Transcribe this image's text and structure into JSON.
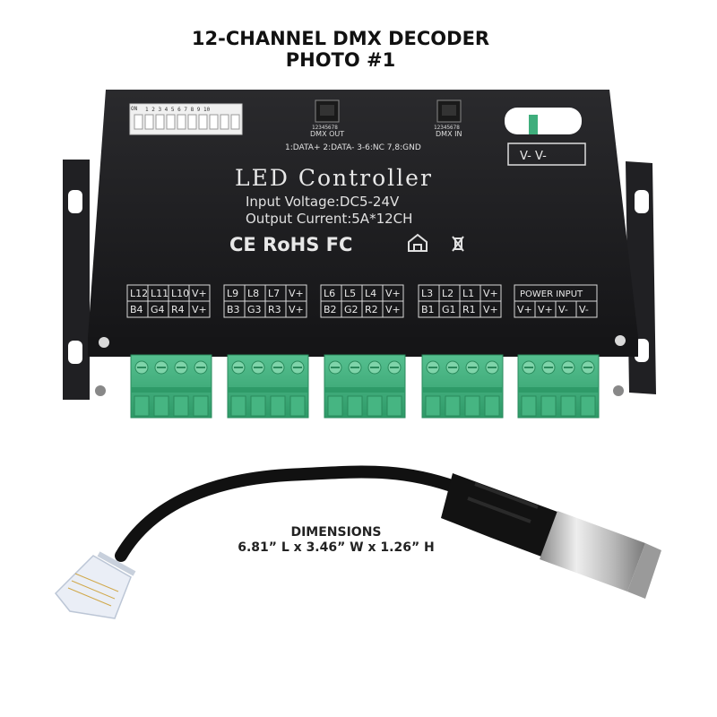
{
  "header": {
    "title_line1": "12-CHANNEL DMX DECODER",
    "title_line2": "PHOTO #1"
  },
  "device": {
    "name": "LED Controller",
    "input_voltage": "Input Voltage:DC5-24V",
    "output_current": "Output Current:5A*12CH",
    "certifications": "CE RoHS FC",
    "dmx_pinout": "1:DATA+ 2:DATA- 3-6:NC 7,8:GND",
    "dmx_out_label": "DMX OUT",
    "dmx_in_label": "DMX IN",
    "rj45_pins": "12345678",
    "power_polarity": "V- V-",
    "dip_numbers": "1 2 3 4 5 6 7 8 9 10",
    "dip_on": "ON",
    "terminal_groups": [
      {
        "top": [
          "L12",
          "L11",
          "L10",
          "V+"
        ],
        "bottom": [
          "B4",
          "G4",
          "R4",
          "V+"
        ]
      },
      {
        "top": [
          "L9",
          "L8",
          "L7",
          "V+"
        ],
        "bottom": [
          "B3",
          "G3",
          "R3",
          "V+"
        ]
      },
      {
        "top": [
          "L6",
          "L5",
          "L4",
          "V+"
        ],
        "bottom": [
          "B2",
          "G2",
          "R2",
          "V+"
        ]
      },
      {
        "top": [
          "L3",
          "L2",
          "L1",
          "V+"
        ],
        "bottom": [
          "B1",
          "G1",
          "R1",
          "V+"
        ]
      }
    ],
    "power_input": {
      "header": "POWER INPUT",
      "labels": [
        "V+",
        "V+",
        "V-",
        "V-"
      ]
    }
  },
  "dimensions": {
    "label": "DIMENSIONS",
    "value": "6.81” L x 3.46” W x 1.26” H"
  },
  "colors": {
    "case": "#1c1c1e",
    "terminal_green": "#3fae7c",
    "cable": "#111111",
    "xlr_metal": "#c8c8c8"
  }
}
